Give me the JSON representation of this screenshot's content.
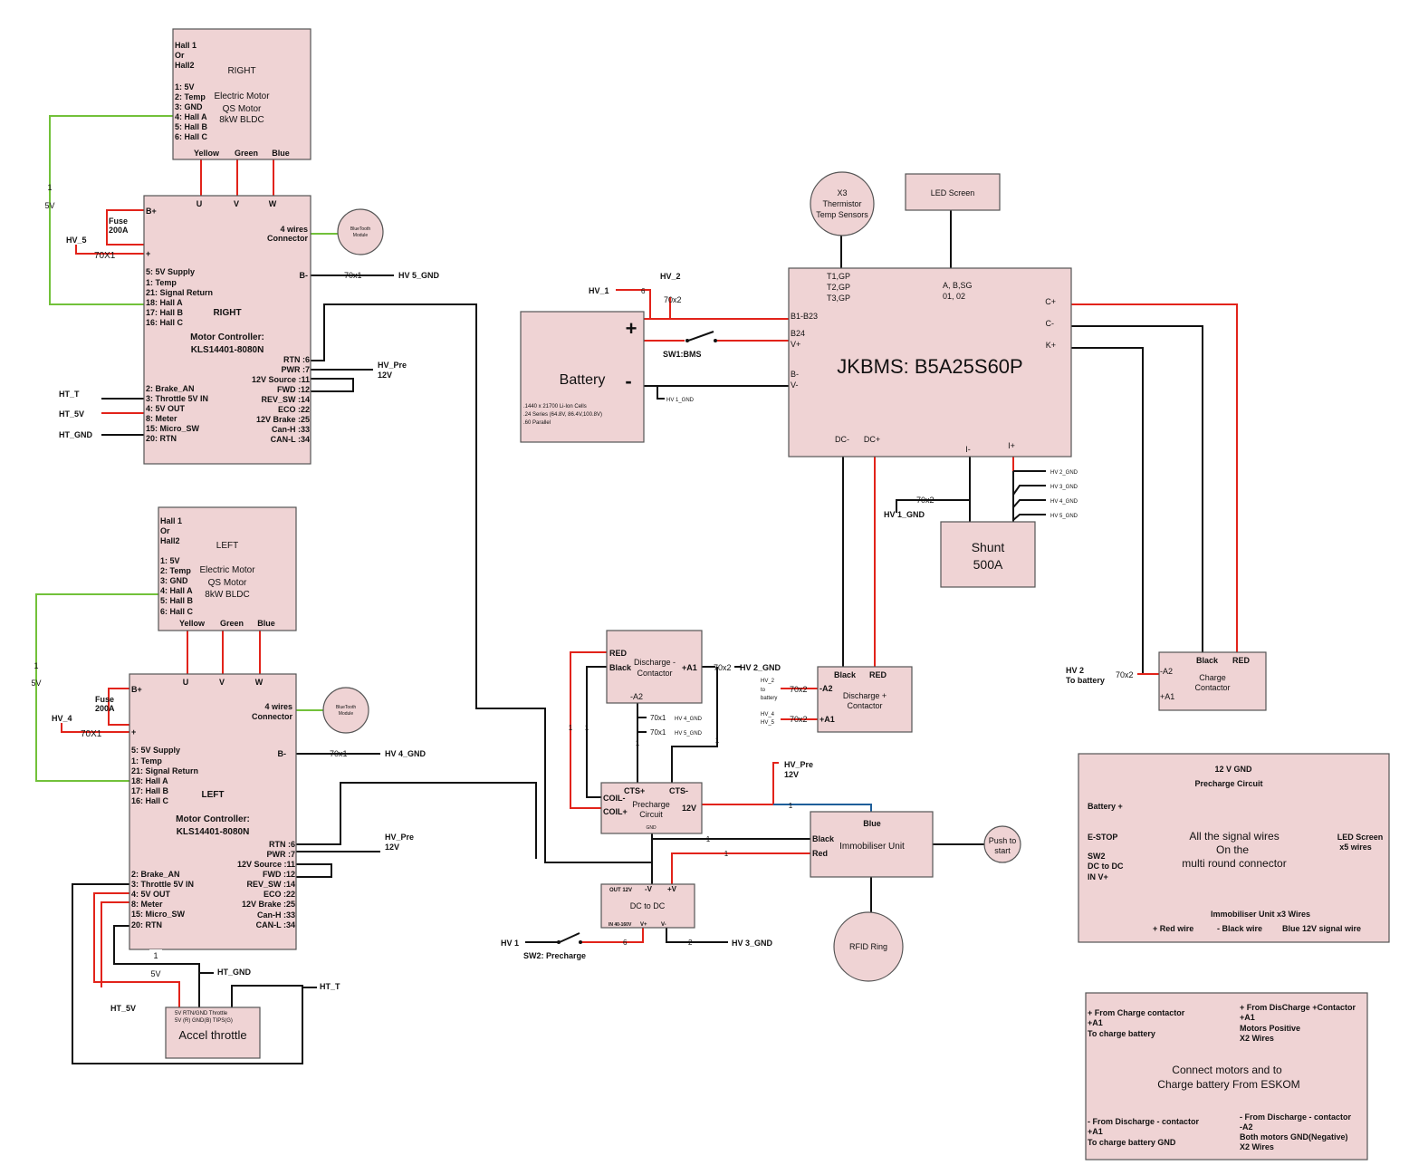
{
  "right_motor": {
    "hall_header": [
      "Hall 1",
      "Or",
      "Hall2"
    ],
    "side": "RIGHT",
    "pins": [
      "1: 5V",
      "2: Temp",
      "3: GND",
      "4: Hall A",
      "5: Hall B",
      "6: Hall C"
    ],
    "title": [
      "Electric Motor",
      "QS Motor",
      "8kW BLDC"
    ],
    "phases": [
      "Yellow",
      "Green",
      "Blue"
    ]
  },
  "left_motor": {
    "hall_header": [
      "Hall 1",
      "Or",
      "Hall2"
    ],
    "side": "LEFT",
    "pins": [
      "1: 5V",
      "2: Temp",
      "3: GND",
      "4: Hall A",
      "5: Hall B",
      "6: Hall C"
    ],
    "title": [
      "Electric Motor",
      "QS Motor",
      "8kW BLDC"
    ],
    "phases": [
      "Yellow",
      "Green",
      "Blue"
    ]
  },
  "right_ctrl": {
    "uvw": [
      "U",
      "V",
      "W"
    ],
    "bplus": "B+",
    "plus": "+",
    "bminus": "B-",
    "connector": [
      "4 wires",
      "Connector"
    ],
    "left_pins": [
      "5: 5V Supply",
      "1: Temp",
      "21: Signal Return",
      "18: Hall A",
      "17: Hall B",
      "16: Hall C"
    ],
    "side": "RIGHT",
    "name": [
      "Motor Controller:",
      "KLS14401-8080N"
    ],
    "right_pins": [
      "RTN :6",
      "PWR :7",
      "12V Source :11",
      "FWD :12",
      "REV_SW :14",
      "ECO :22",
      "12V Brake :25",
      "Can-H :33",
      "CAN-L :34"
    ],
    "lower_left_pins": [
      "2: Brake_AN",
      "3: Throttle 5V IN",
      "4: 5V OUT",
      "8: Meter",
      "15: Micro_SW",
      "20: RTN"
    ]
  },
  "left_ctrl": {
    "uvw": [
      "U",
      "V",
      "W"
    ],
    "bplus": "B+",
    "plus": "+",
    "bminus": "B-",
    "connector": [
      "4 wires",
      "Connector"
    ],
    "left_pins": [
      "5: 5V Supply",
      "1: Temp",
      "21: Signal Return",
      "18: Hall A",
      "17: Hall B",
      "16: Hall C"
    ],
    "side": "LEFT",
    "name": [
      "Motor Controller:",
      "KLS14401-8080N"
    ],
    "right_pins": [
      "RTN :6",
      "PWR :7",
      "12V Source :11",
      "FWD :12",
      "REV_SW :14",
      "ECO :22",
      "12V Brake :25",
      "Can-H :33",
      "CAN-L :34"
    ],
    "lower_left_pins": [
      "2: Brake_AN",
      "3: Throttle 5V IN",
      "4: 5V OUT",
      "8: Meter",
      "15: Micro_SW",
      "20: RTN"
    ]
  },
  "bluetooth": [
    "BlueTooth",
    "Module"
  ],
  "labels": {
    "fuse": [
      "Fuse",
      "200A"
    ],
    "hv5": "HV_5",
    "hv4": "HV_4",
    "x70x1_cap": "70X1",
    "x70x1": "70x1",
    "x70x2": "70x2",
    "hv5_gnd": "HV 5_GND",
    "hv4_gnd": "HV 4_GND",
    "hv_pre": "HV_Pre",
    "v12": "12V",
    "ht_t": "HT_T",
    "ht_5v": "HT_5V",
    "ht_gnd": "HT_GND",
    "one": "1",
    "five_v": "5V",
    "two": "2",
    "six": "6",
    "hv_1": "HV_1",
    "hv_2": "HV_2",
    "hv1_gnd": "HV 1_GND",
    "hv1_gnd_u": "HV 1_GND",
    "hv2_gnd": "HV 2_GND",
    "hv3_gnd": "HV 3_GND",
    "hv2_gnd_u": "HV 2_GND",
    "hv3_gnd_u": "HV 3_GND",
    "hv4_gnd_u": "HV 4_GND",
    "hv5_gnd_u": "HV 5_GND",
    "hv4_gnd_s": "HV 4_GND",
    "hv5_gnd_s": "HV 5_GND",
    "hv_1s": "HV 1",
    "sw2": "SW2: Precharge",
    "sw1": "SW1:BMS",
    "hv2_to_batt": [
      "HV_2",
      "to",
      "battery"
    ],
    "hv4_hv5": [
      "HV_4",
      "HV_5"
    ],
    "hv2_big": [
      "HV 2",
      "To battery"
    ]
  },
  "thermistor": [
    "X3",
    "Thermistor",
    "Temp Sensors"
  ],
  "led_screen": "LED Screen",
  "battery": {
    "plus": "+",
    "minus": "-",
    "title": "Battery",
    "cells": [
      ".1440 x 21700 Li-Ion Cells",
      ".24 Series (64.8V, 86.4V,100.8V)",
      ".60 Parallel"
    ]
  },
  "bms": {
    "title": "JKBMS: B5A25S60P",
    "t_pins": [
      "T1,GP",
      "T2,GP",
      "T3,GP"
    ],
    "abs": [
      "A, B,SG",
      "01, 02"
    ],
    "b1": "B1-B23",
    "b24": "B24",
    "vplus": "V+",
    "bminus": "B-",
    "vminus": "V-",
    "cplus": "C+",
    "cminus": "C-",
    "kplus": "K+",
    "dcminus": "DC-",
    "dcplus": "DC+",
    "iminus": "I-",
    "iplus": "I+"
  },
  "shunt": [
    "Shunt",
    "500A"
  ],
  "discharge_minus": {
    "red": "RED",
    "black": "Black",
    "title": [
      "Discharge -",
      "Contactor"
    ],
    "a1": "+A1",
    "a2": "-A2"
  },
  "discharge_plus": {
    "black": "Black",
    "red": "RED",
    "title": [
      "Discharge +",
      "Contactor"
    ],
    "a2": "-A2",
    "a1": "+A1"
  },
  "charge_contactor": {
    "black": "Black",
    "red": "RED",
    "title": [
      "Charge",
      "Contactor"
    ],
    "a2": "-A2",
    "a1": "+A1"
  },
  "precharge": {
    "cts_plus": "CTS+",
    "cts_minus": "CTS-",
    "coil_minus": "COIL-",
    "coil_plus": "COIL+",
    "title": [
      "Precharge",
      "Circuit"
    ],
    "v12": "12V",
    "gnd": "GND"
  },
  "immobiliser": {
    "blue": "Blue",
    "black": "Black",
    "red": "Red",
    "title": "Immobiliser Unit"
  },
  "push_to_start": [
    "Push to",
    "start"
  ],
  "rfid": "RFID Ring",
  "dcdc": {
    "out": "OUT 12V",
    "vminus": "-V",
    "vplus": "+V",
    "title": "DC to DC",
    "in": "IN 40-160V",
    "inplus": "V+",
    "inminus": "V-"
  },
  "accel": {
    "pins_top": "5V     RTN/GND    Throttle",
    "pins_bot": "5V (R)     GND(B)      TIPS(G)",
    "title": "Accel throttle"
  },
  "signal_box": {
    "top": "12 V        GND",
    "subtitle": "Precharge Circuit",
    "battery": "Battery  +",
    "estop": "E-STOP",
    "sw2": [
      "SW2",
      "DC to DC",
      "IN V+"
    ],
    "center": [
      "All the signal wires",
      "On the",
      "multi round connector"
    ],
    "led": [
      "LED Screen",
      "x5 wires"
    ],
    "immob": "Immobiliser Unit x3 Wires",
    "wires": [
      "+ Red wire",
      "- Black wire",
      "Blue 12V signal wire"
    ]
  },
  "charge_box": {
    "tl": [
      "+ From Charge contactor",
      "+A1",
      "To charge battery"
    ],
    "tr": [
      "+ From DisCharge +Contactor",
      "+A1",
      "Motors Positive",
      "X2 Wires"
    ],
    "center": [
      "Connect motors and to",
      "Charge battery From ESKOM"
    ],
    "bl": [
      "- From  Discharge - contactor",
      "+A1",
      "To charge battery GND"
    ],
    "br": [
      "- From  Discharge - contactor",
      "-A2",
      "Both motors GND(Negative)",
      "X2 Wires"
    ]
  }
}
